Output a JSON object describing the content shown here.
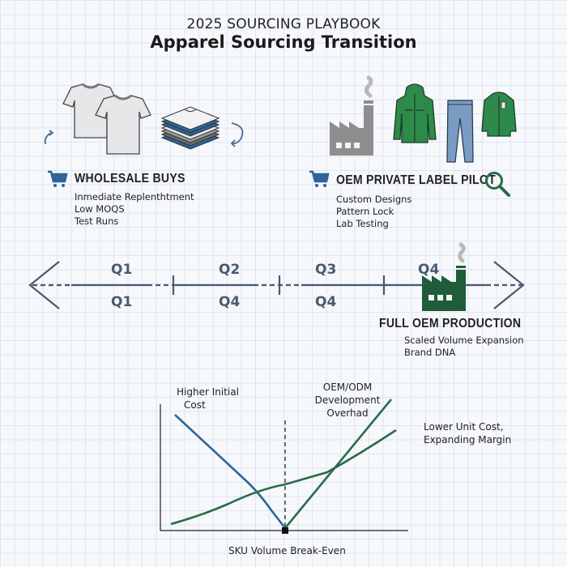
{
  "header": {
    "subtitle": "2025 SOURCING PLAYBOOK",
    "title": "Apparel Sourcing Transition"
  },
  "wholesale": {
    "icon": "shopping-cart-icon",
    "title": "WHOLESALE BUYS",
    "items": [
      "Inmediate Replenthtment",
      "Low MOQS",
      "Test Runs"
    ]
  },
  "oem_pilot": {
    "icon": "shopping-cart-icon",
    "title": "OEM PRIVATE LABEL PILOT",
    "accent_icon": "magnifier-icon",
    "items": [
      "Custom Designs",
      "Pattern Lock",
      "Lab Testing"
    ]
  },
  "timeline": {
    "top_labels": [
      "Q1",
      "Q2",
      "Q3",
      "Q4"
    ],
    "bottom_labels": [
      "Q1",
      "Q4",
      "Q4"
    ]
  },
  "full_oem": {
    "icon": "factory-icon",
    "title": "FULL OEM PRODUCTION",
    "items": [
      "Scaled Volume Expansion",
      "Brand DNA"
    ]
  },
  "chart": {
    "label_higher_cost": [
      "Higher Initial",
      "Cost"
    ],
    "label_oem_overhead": [
      "OEM/ODM",
      "Development",
      "Overhad"
    ],
    "label_lower_cost": [
      "Lower Unit Cost,",
      "Expanding Margin"
    ],
    "x_label": "SKU Volume Break-Even"
  },
  "colors": {
    "blue": "#2e6499",
    "green": "#2a6b48",
    "factory_gray": "#8e8e8e",
    "factory_green": "#1f5c3a",
    "timeline": "#4a5a6e",
    "grid": "#dfe6f2"
  }
}
